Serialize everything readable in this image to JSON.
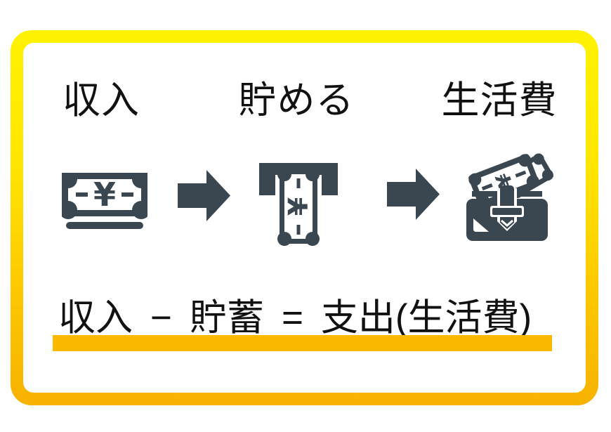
{
  "palette": {
    "frame_gradient_top": "#FFF200",
    "frame_gradient_bottom": "#F7B200",
    "underline_bar": "#FBB800",
    "icon_dark": "#3A4750",
    "text": "#111111",
    "background": "#FFFFFF"
  },
  "steps": [
    {
      "label": "収入",
      "icon": "yen-banknote-icon"
    },
    {
      "label": "貯める",
      "icon": "atm-deposit-icon"
    },
    {
      "label": "生活費",
      "icon": "wallet-cash-icon"
    }
  ],
  "formula": {
    "parts": [
      "収入",
      "−",
      "貯蓄",
      "=",
      "支出(生活費)"
    ]
  },
  "currency_symbol": "¥"
}
